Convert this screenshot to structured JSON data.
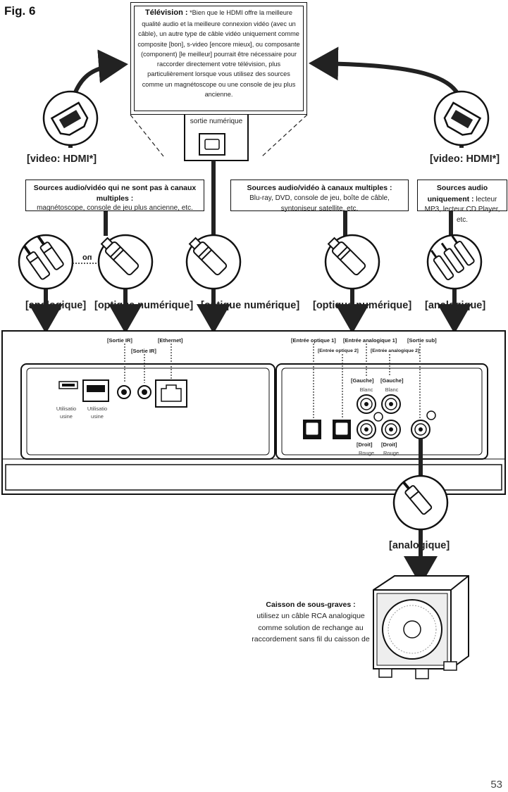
{
  "figure_label": "Fig. 6",
  "page_number": "53",
  "tv_note": {
    "title": "Télévision :",
    "body": "*Bien que le HDMI offre la meilleure qualité audio et la meilleure connexion vidéo (avec un câble), un autre type de câble vidéo uniquement comme composite [bon], s-video [encore mieux], ou composante (component) [le meilleur] pourrait être nécessaire pour raccorder directement votre télévision, plus particulièrement lorsque vous utilisez des sources comme un magnétoscope ou une console de jeu plus ancienne."
  },
  "digital_out_label": "sortie numérique",
  "hdmi_labels": {
    "left": "[video: HDMI*]",
    "right": "[video: HDMI*]"
  },
  "source_boxes": {
    "non_multichannel": {
      "title": "Sources audio/vidéo qui ne  sont pas à canaux multiples :",
      "body": "magnétoscope, console de jeu plus ancienne, etc."
    },
    "multichannel": {
      "title": "Sources audio/vidéo à canaux multiples :",
      "body": "Blu-ray, DVD, console de jeu, boîte de câble, syntoniseur satellite, etc."
    },
    "audio_only": {
      "title": "Sources audio uniquement :",
      "body": "lecteur MP3, lecteur CD Player, etc."
    }
  },
  "or_label": "ou",
  "cable_labels": {
    "analog_left": "[analogique]",
    "optical_1": "[optique numérique]",
    "optical_2": "[optique numérique]",
    "optical_3": "[optique numérique]",
    "analog_right": "[analogique]",
    "analog_sub": "[analogique]"
  },
  "ports": {
    "ir_out_1": "[Sortie IR]",
    "ir_out_2": "[Sortie IR]",
    "ethernet": "[Ethernet]",
    "optical_in_1": "[Entrée optique 1]",
    "optical_in_2": "[Entrée optique 2]",
    "analog_in_1": "[Entrée analogique 1]",
    "analog_in_2": "[Entrée analogique 2]",
    "sub_out": "[Sortie sub]",
    "left_1": "[Gauche]",
    "left_2": "[Gauche]",
    "white_1": "Blanc",
    "white_2": "Blanc",
    "right_1": "[Droit]",
    "right_2": "[Droit]",
    "red_1": "Rouge",
    "red_2": "Rouge",
    "factory_1": "Utilisatio usine",
    "factory_2": "Utilisatio usine"
  },
  "subwoofer": {
    "title": "Caisson de sous-graves :",
    "body": "utilisez un câble RCA analogique comme solution de rechange au raccordement sans fil du caisson de"
  }
}
